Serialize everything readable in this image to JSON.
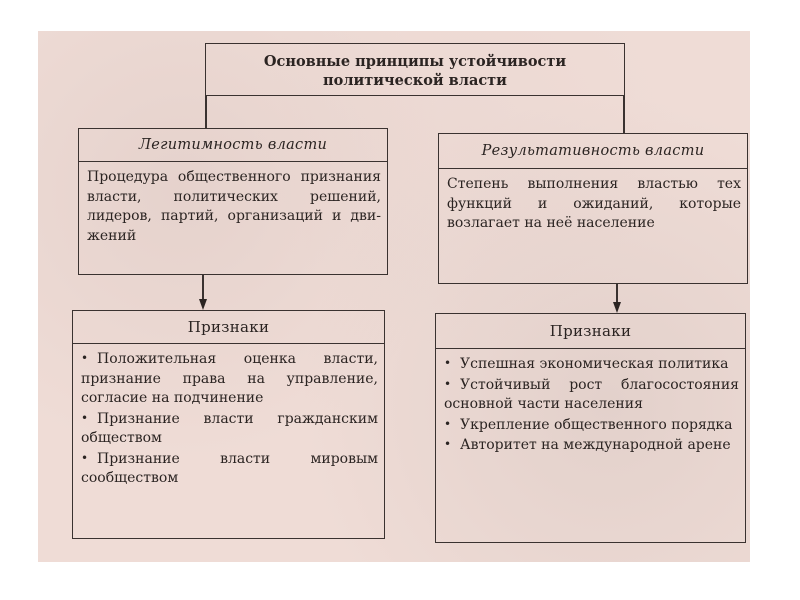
{
  "diagram": {
    "root": {
      "title_line1": "Основные принципы устойчивости",
      "title_line2": "политической власти"
    },
    "branches": [
      {
        "title": "Легитимность власти",
        "definition": "Процедура общественного признания власти, полити­ческих решений, лидеров, партий, организаций и дви­жений",
        "signs": {
          "title": "Признаки",
          "items": [
            "Положительная оценка власти, признание права на управление, согласие на подчинение",
            "Признание власти граж­данским обществом",
            "Признание власти миро­вым сообществом"
          ]
        }
      },
      {
        "title": "Результативность власти",
        "definition": "Степень выполнения властью тех функций и ожиданий, которые возлагает на неё на­селение",
        "signs": {
          "title": "Признаки",
          "items": [
            "Успешная экономическая политика",
            "Устойчивый рост благосос­тояния основной части на­селения",
            "Укрепление общественно­го порядка",
            "Авторитет на междуна­родной арене"
          ]
        }
      }
    ],
    "bullet_symbol": "•",
    "colors": {
      "paper": "#efdcd6",
      "ink": "#2b2422",
      "page": "#ffffff"
    }
  }
}
